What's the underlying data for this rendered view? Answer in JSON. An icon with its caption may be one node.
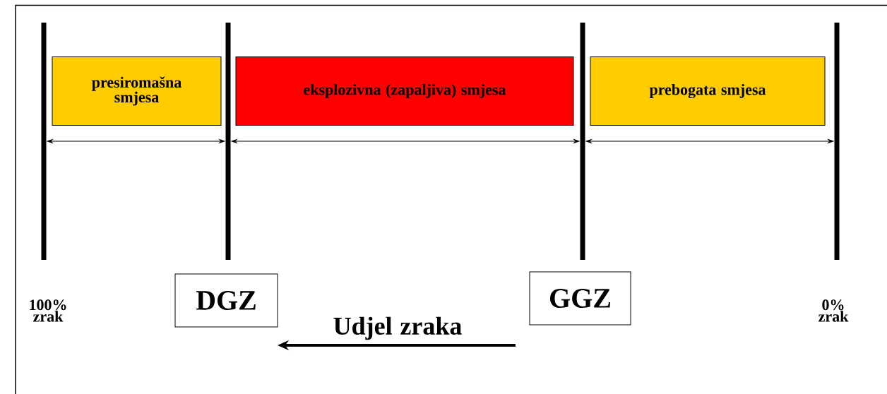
{
  "diagram": {
    "nodes": [
      {
        "text": [
          "presiromašna smjesa"
        ]
      },
      {
        "text": [
          "eksplozivna (zapaljiva) smjesa"
        ]
      },
      {
        "text": [
          "prebogata smjesa"
        ]
      },
      {
        "text": [],
        "shape": "bar"
      },
      {
        "text": [],
        "shape": "bar"
      },
      {
        "text": [],
        "shape": "bar"
      },
      {
        "text": [],
        "shape": "bar"
      },
      {
        "text": [
          "DGZ"
        ]
      },
      {
        "text": [
          "GGZ"
        ]
      }
    ],
    "edges": [
      {
        "from": 3,
        "to": 4,
        "arrow": "both"
      },
      {
        "from": 4,
        "to": 5,
        "arrow": "both"
      },
      {
        "from": 5,
        "to": 6,
        "arrow": "both"
      }
    ],
    "labels": [
      "100% zrak",
      "0% zrak",
      "Udjel zraka"
    ]
  }
}
